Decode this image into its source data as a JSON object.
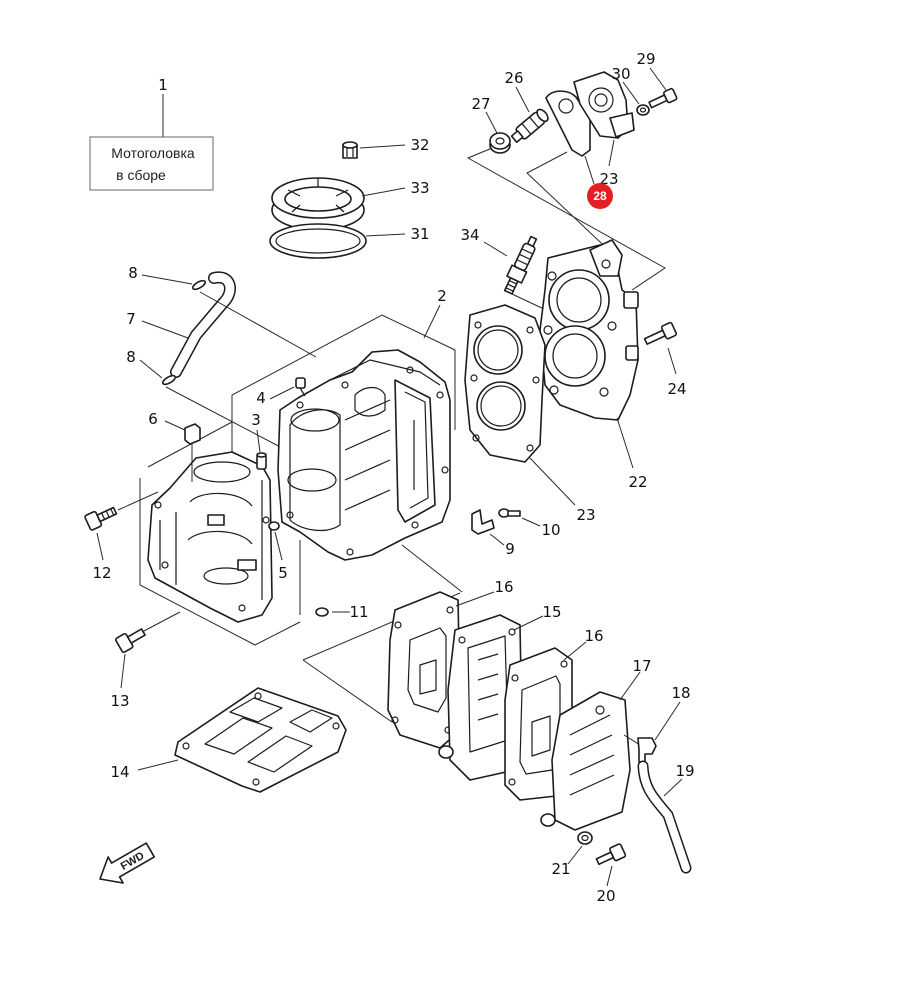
{
  "assembly_box": {
    "line1": "Мотоголовка",
    "line2": "в сборе"
  },
  "callouts": [
    "1",
    "32",
    "33",
    "31",
    "26",
    "27",
    "29",
    "30",
    "23",
    "28",
    "34",
    "8",
    "7",
    "8",
    "2",
    "4",
    "6",
    "3",
    "24",
    "22",
    "23",
    "10",
    "9",
    "12",
    "5",
    "11",
    "16",
    "15",
    "16",
    "17",
    "18",
    "19",
    "14",
    "13",
    "21",
    "20"
  ],
  "fwd_label": "FWD",
  "colors": {
    "line": "#1c1c1c",
    "background": "#ffffff",
    "highlight": "#e31e24"
  }
}
